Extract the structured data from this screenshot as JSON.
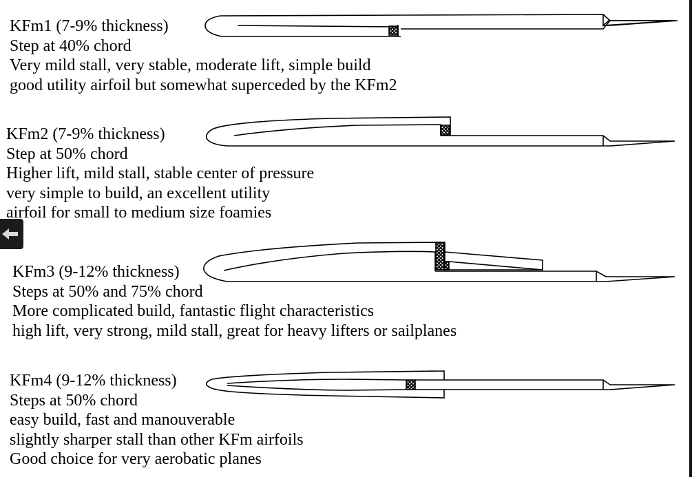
{
  "airfoils": [
    {
      "lines": [
        "KFm1 (7-9% thickness)",
        "Step at 40% chord",
        "Very mild stall, very stable, moderate lift, simple build",
        "good utility airfoil but somewhat superceded by the KFm2"
      ]
    },
    {
      "lines": [
        "KFm2 (7-9% thickness)",
        "Step at 50% chord",
        "Higher lift, mild stall, stable center of pressure",
        "very simple to build, an excellent utility",
        "airfoil for small to medium size foamies"
      ]
    },
    {
      "lines": [
        "KFm3 (9-12% thickness)",
        "Steps at 50% and 75% chord",
        "More complicated build, fantastic flight characteristics",
        "high lift, very strong, mild stall, great for heavy lifters or sailplanes"
      ]
    },
    {
      "lines": [
        "KFm4 (9-12% thickness)",
        "Steps at 50% chord",
        "easy build, fast and manouverable",
        "slightly sharper stall than other KFm airfoils",
        "Good choice for very aerobatic planes"
      ]
    }
  ],
  "nav": {
    "back_icon": "arrow-left-icon"
  }
}
